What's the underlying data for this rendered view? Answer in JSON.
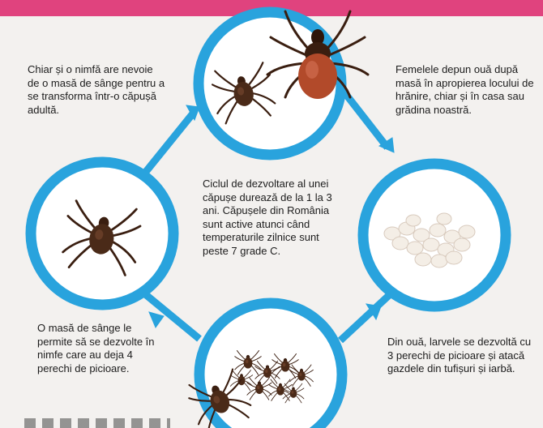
{
  "captions": {
    "nymph": "Chiar și o nimfă are nevoie de o masă de sânge pentru a se transforma într-o căpușă adultă.",
    "female": "Femelele depun ouă după masă în apropierea locului de hrănire, chiar și în casa sau grădina noastră.",
    "center": "Ciclul de dezvoltare al unei căpușe durează de la 1 la 3 ani. Căpușele din România sunt active atunci când temperaturile zilnice sunt peste 7 grade C.",
    "blood_meal": "O masă de sânge le permite să se dezvolte în nimfe care au deja 4 perechi de picioare.",
    "eggs_to_larvae": "Din ouă, larvele se dezvoltă cu 3 perechi de picioare și atacă gazdele din tufișuri și iarbă."
  },
  "colors": {
    "ring": "#29a3dd",
    "arrow": "#29a3dd",
    "tick_body": "#4a2a18",
    "tick_abdomen": "#b24a2a",
    "egg": "#f4eee6",
    "top_band": "#e0437e",
    "background": "#f3f1ef"
  }
}
